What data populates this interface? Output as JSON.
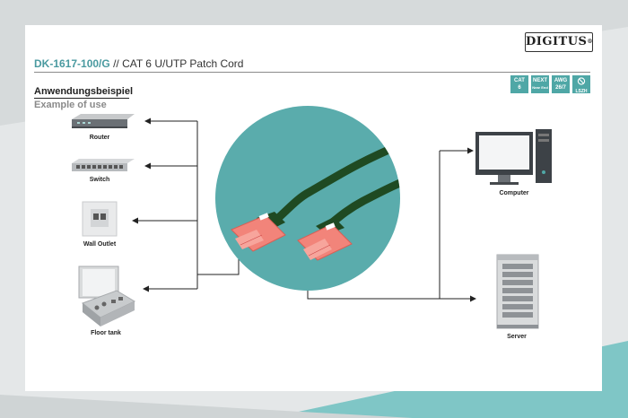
{
  "brand": {
    "logo": "DIGITUS"
  },
  "header": {
    "model": "DK-1617-100/G",
    "separator": "//",
    "product": "CAT 6 U/UTP Patch Cord"
  },
  "badges": [
    {
      "icon": "cat6-icon",
      "line1": "CAT",
      "line2": "6",
      "line3": "cable"
    },
    {
      "icon": "next-icon",
      "line1": "NEXT",
      "line2": "Near End",
      "line3": "Crosstalk"
    },
    {
      "icon": "awg-icon",
      "line1": "AWG",
      "line2": "26/7",
      "line3": ""
    },
    {
      "icon": "lszh-icon",
      "line1": "",
      "line2": "",
      "line3": "LSZH"
    }
  ],
  "section": {
    "title_de": "Anwendungsbeispiel",
    "title_en": "Example of use"
  },
  "devices": {
    "router": "Router",
    "switch": "Switch",
    "wall_outlet": "Wall Outlet",
    "floor_tank": "Floor tank",
    "computer": "Computer",
    "server": "Server"
  },
  "colors": {
    "accent": "#4fa7a6",
    "circle": "#5aacac",
    "cable": "#1f4a22",
    "connector": "#f2847a",
    "line": "#222222"
  }
}
